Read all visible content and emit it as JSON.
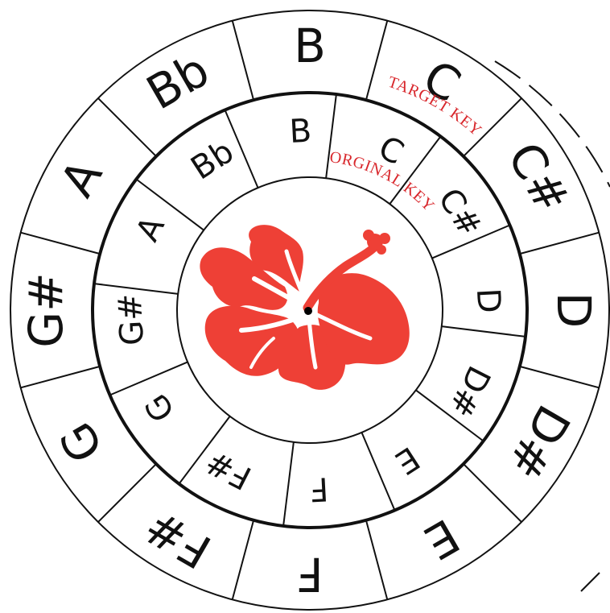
{
  "outer_ring": {
    "keys": [
      "B",
      "C",
      "C#",
      "D",
      "D#",
      "E",
      "F",
      "F#",
      "G",
      "G#",
      "A",
      "Bb"
    ]
  },
  "inner_ring": {
    "keys": [
      "B",
      "C",
      "C#",
      "D",
      "D#",
      "E",
      "F",
      "F#",
      "G",
      "G#",
      "A",
      "Bb"
    ]
  },
  "annotations": {
    "target_key": "TARGET KEY",
    "original_key": "ORGINAL KEY",
    "color": "#d8262b"
  },
  "logo": {
    "icon": "hibiscus-flower-icon",
    "color": "#ee4036"
  },
  "colors": {
    "line": "#111111",
    "background": "#ffffff"
  }
}
